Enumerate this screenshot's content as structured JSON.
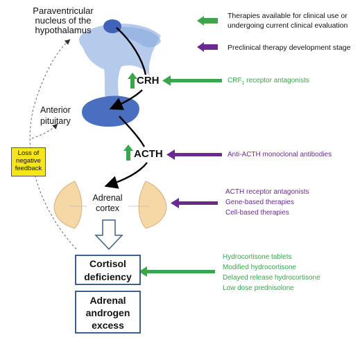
{
  "structures": {
    "pvn": "Paraventricular nucleus of the hypothalamus",
    "pvn_lines": [
      "Paraventricular",
      "nucleus of the",
      "hypothalamus"
    ],
    "pituitary_lines": [
      "Anterior",
      "pituitary"
    ],
    "adrenal_lines": [
      "Adrenal",
      "cortex"
    ]
  },
  "hormones": {
    "crh": "CRH",
    "acth": "ACTH"
  },
  "feedback": {
    "lines": [
      "Loss of",
      "negative",
      "feedback"
    ]
  },
  "outcomes": {
    "cortisol_lines": [
      "Cortisol",
      "deficiency"
    ],
    "androgen_lines": [
      "Adrenal",
      "androgen",
      "excess"
    ]
  },
  "legend": {
    "clinical_lines": [
      "Therapies available for clinical use or",
      "undergoing current clinical evaluation"
    ],
    "preclinical": "Preclinical therapy development stage",
    "colors": {
      "clinical": "#3aa64a",
      "preclinical": "#6a2a92"
    }
  },
  "therapies": {
    "crh": [
      "CRF",
      "1",
      " receptor antagonists"
    ],
    "acth": [
      "Anti-ACTH monoclonal antibodies"
    ],
    "adrenal": [
      "ACTH receptor antagonists",
      "Gene-based therapies",
      "Cell-based therapies"
    ],
    "cortisol": [
      "Hydrocortisone tablets",
      "Modified hydrocortisone",
      "Delayed release hydrocortisone",
      "Low dose prednisolone"
    ]
  },
  "colors": {
    "brain_light": "#a9c1e8",
    "brain_dark": "#4a6fc0",
    "adrenal_fill": "#f6d7a6",
    "box_border": "#3f5f8a",
    "feedback_fill": "#f5e51a"
  }
}
